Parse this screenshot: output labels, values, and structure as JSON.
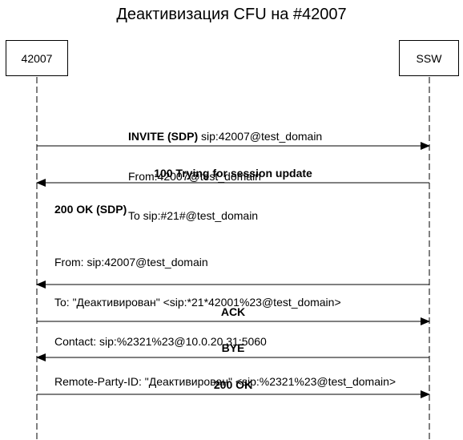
{
  "title": "Деактивизация CFU на #42007",
  "participants": {
    "left": "42007",
    "right": "SSW"
  },
  "messages": [
    {
      "direction": "right",
      "lines": [
        {
          "bold": "INVITE (SDP)",
          "text": " sip:42007@test_domain"
        },
        {
          "bold": "",
          "text": "From:42007@test_domain"
        },
        {
          "bold": "",
          "text": "To sip:#21#@test_domain"
        }
      ]
    },
    {
      "direction": "left",
      "label": "100 Trying for session update"
    },
    {
      "direction": "left",
      "heading": "200 OK (SDP)",
      "lines": [
        "From: sip:42007@test_domain",
        "To: \"Деактивирован\" <sip:*21*42001%23@test_domain>",
        "Contact: sip:%2321%23@10.0.20.31:5060",
        "Remote-Party-ID: \"Деактивирован\" <sip:%2321%23@test_domain>"
      ]
    },
    {
      "direction": "right",
      "label": "ACK"
    },
    {
      "direction": "left",
      "label": "BYE"
    },
    {
      "direction": "right",
      "label": "200 OK"
    }
  ]
}
